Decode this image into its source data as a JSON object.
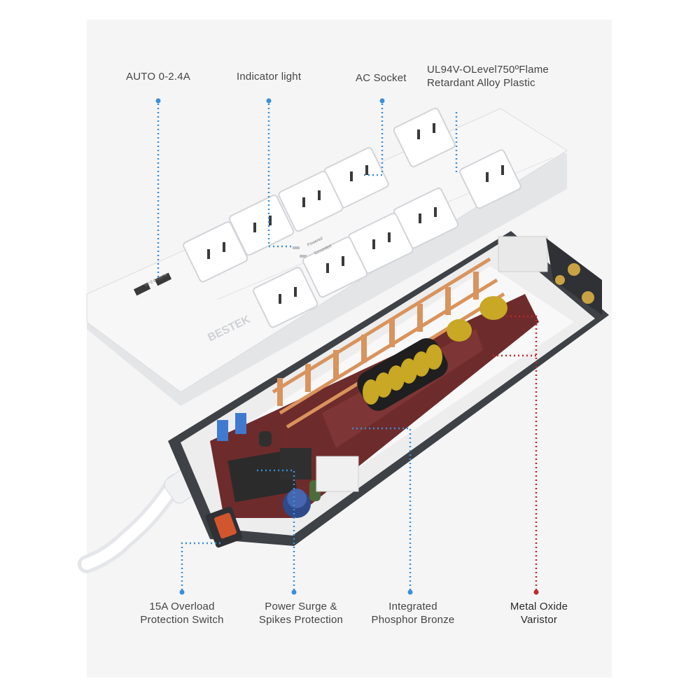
{
  "callouts_top": {
    "auto_usb": "AUTO 0-2.4A",
    "indicator_light": "Indicator light",
    "ac_socket": "AC Socket",
    "flame_retardant": "UL94V-OLevel750ºFlame\nRetardant Alloy Plastic"
  },
  "callouts_bottom": {
    "overload_switch": "15A Overload\nProtection Switch",
    "surge_protection": "Power Surge &\nSpikes Protection",
    "phosphor_bronze": "Integrated\nPhosphor Bronze",
    "metal_oxide_varistor": "Metal Oxide\nVaristor"
  },
  "device": {
    "brand": "BESTEK",
    "usb_label": "AUTO 0-2.4A",
    "indicator_powered": "Powered",
    "indicator_grounded": "Grounded"
  },
  "colors": {
    "blue_callout": "#3a8fd6",
    "red_callout": "#c0282d",
    "housing": "#f7f7f8",
    "dark_frame": "#3e4146",
    "pcb": "#6e2b2b",
    "copper": "#d9935c",
    "varistor": "#c8a824"
  }
}
